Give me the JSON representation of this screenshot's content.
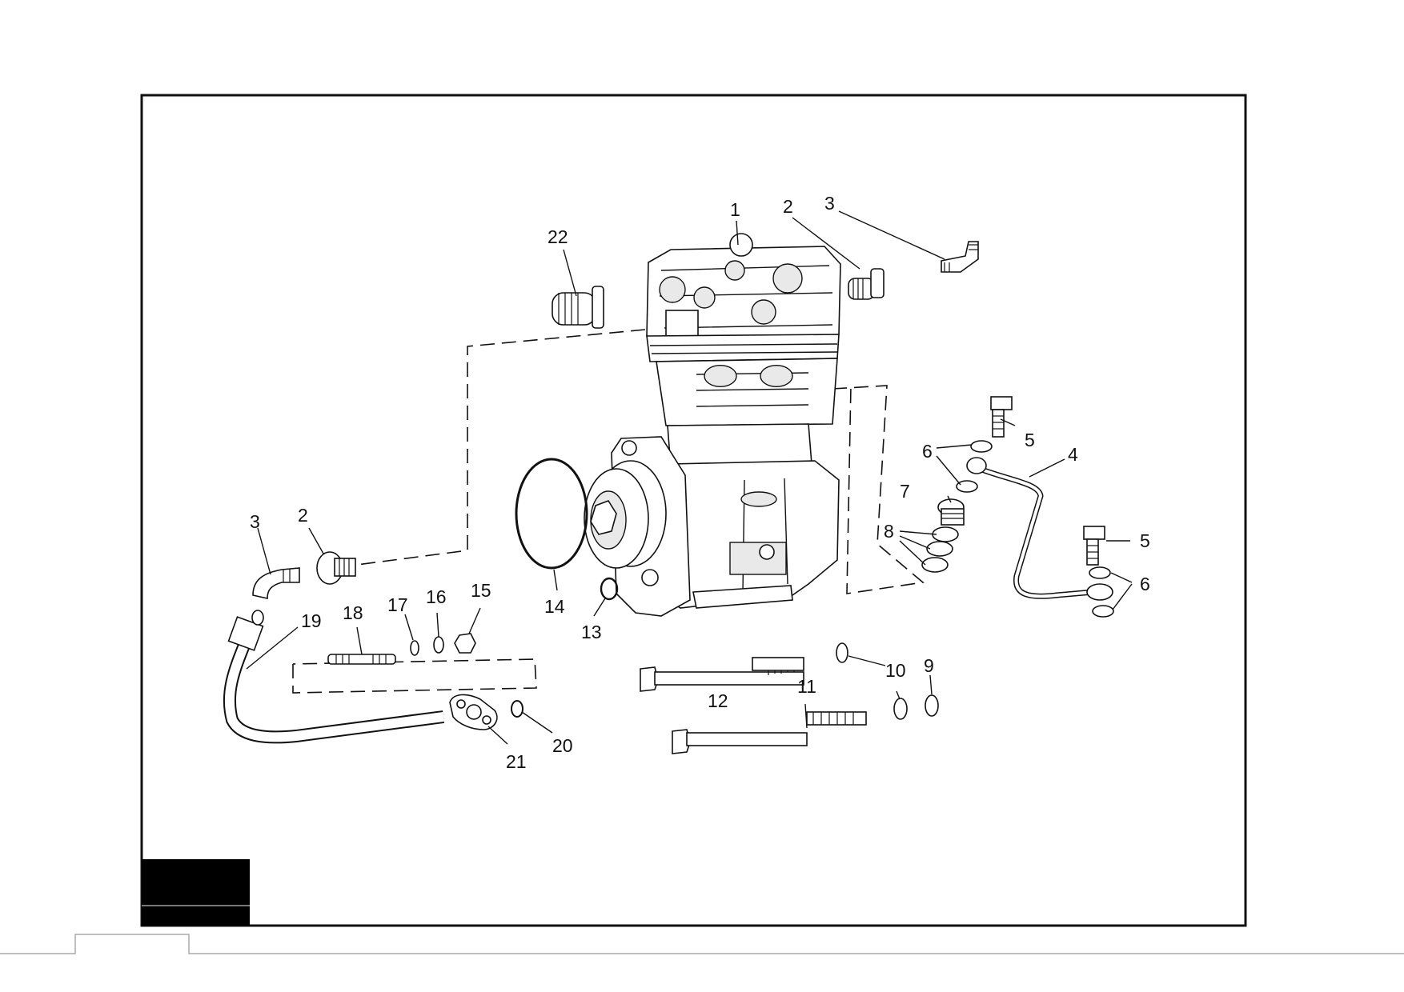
{
  "callouts": [
    "1",
    "2",
    "3",
    "22",
    "5",
    "6",
    "4",
    "7",
    "8",
    "5",
    "6",
    "2",
    "3",
    "14",
    "13",
    "19",
    "18",
    "17",
    "16",
    "15",
    "12",
    "11",
    "10",
    "9",
    "21",
    "20"
  ]
}
